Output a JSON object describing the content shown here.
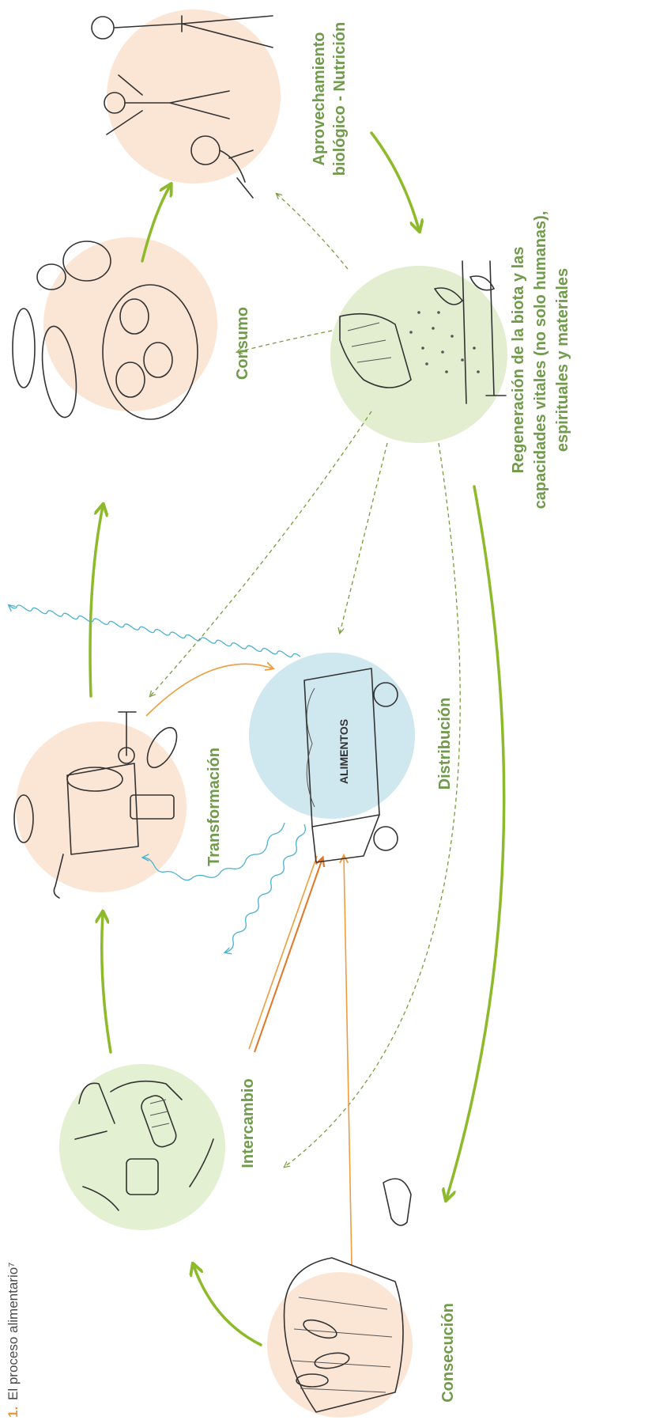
{
  "figure": {
    "caption_number": "1.",
    "caption_text": "El proceso alimentario⁷"
  },
  "stages": {
    "consecucion": "Consecución",
    "intercambio": "Intercambio",
    "transformacion": "Transformación",
    "distribucion": "Distribución",
    "consumo": "Consumo",
    "aprovechamiento": [
      "Aprovechamiento",
      "biológico - Nutrición"
    ],
    "regeneracion": [
      "Regeneración de la biota y las",
      "capacidades vitales (no solo humanas),",
      "espirituales y materiales"
    ]
  },
  "truck_sign": "ALIMENTOS",
  "colors": {
    "peach_circle": "#fbe6d6",
    "green_circle": "#e3edcf",
    "lightgreen_circle": "#e4f0d2",
    "blue_circle": "#cfe7ef",
    "label_green": "#6f9b4a",
    "arrow_green": "#8dba2a",
    "dashed_green": "#7a9b3c",
    "wavy_blue": "#4cb1cf",
    "orange": "#ef9c3f",
    "caption_orange": "#e8963a"
  },
  "icons": {
    "consecucion": "basket-of-produce-icon",
    "intercambio": "hands-exchanging-food-icon",
    "transformacion": "grain-mill-icon",
    "distribucion": "food-truck-icon",
    "consumo": "bread-and-dishes-icon",
    "aprovechamiento": "family-people-icon",
    "regeneracion": "hand-sowing-seeds-icon"
  }
}
